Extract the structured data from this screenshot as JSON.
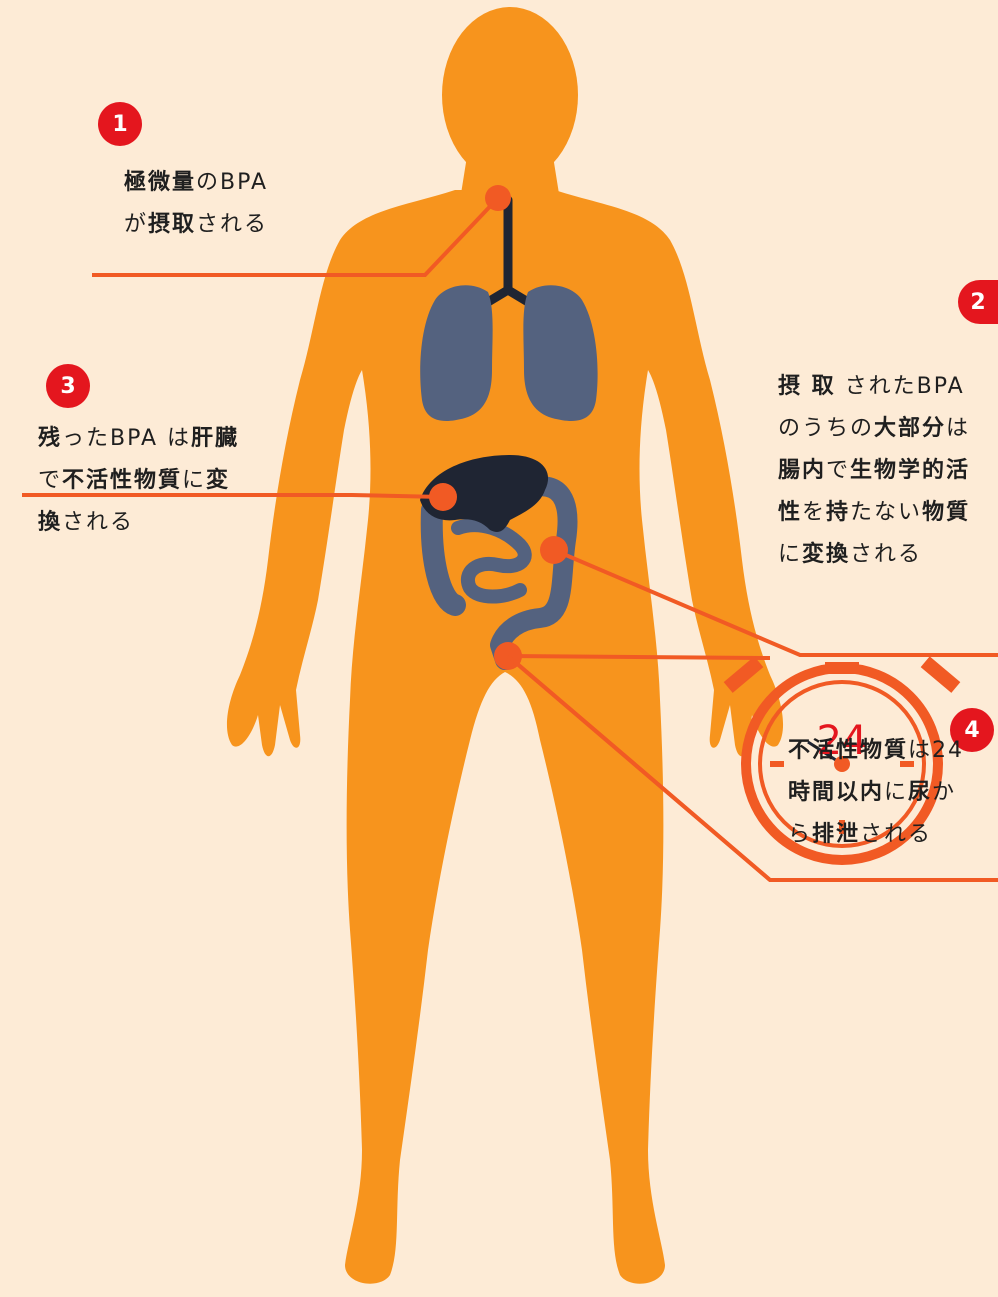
{
  "callouts": [
    {
      "number": "1",
      "lines": [
        [
          {
            "t": "極微量",
            "b": true
          },
          {
            "t": "のBPA",
            "b": false
          }
        ],
        [
          {
            "t": "が",
            "b": false
          },
          {
            "t": "摂取",
            "b": true
          },
          {
            "t": "される",
            "b": false
          }
        ]
      ]
    },
    {
      "number": "2",
      "lines": [
        [
          {
            "t": "摂 取",
            "b": true
          },
          {
            "t": " されたBPA",
            "b": false
          }
        ],
        [
          {
            "t": "のうちの",
            "b": false
          },
          {
            "t": "大部分",
            "b": true
          },
          {
            "t": "は",
            "b": false
          }
        ],
        [
          {
            "t": "腸内",
            "b": true
          },
          {
            "t": "で",
            "b": false
          },
          {
            "t": "生物学的活",
            "b": true
          }
        ],
        [
          {
            "t": "性",
            "b": true
          },
          {
            "t": "を",
            "b": false
          },
          {
            "t": "持",
            "b": true
          },
          {
            "t": "たない",
            "b": false
          },
          {
            "t": "物質",
            "b": true
          }
        ],
        [
          {
            "t": "に",
            "b": false
          },
          {
            "t": "変換",
            "b": true
          },
          {
            "t": "される",
            "b": false
          }
        ]
      ]
    },
    {
      "number": "3",
      "lines": [
        [
          {
            "t": "残",
            "b": true
          },
          {
            "t": "ったBPA は",
            "b": false
          },
          {
            "t": "肝臓",
            "b": true
          }
        ],
        [
          {
            "t": "で",
            "b": false
          },
          {
            "t": "不活性物質",
            "b": true
          },
          {
            "t": "に",
            "b": false
          },
          {
            "t": "変",
            "b": true
          }
        ],
        [
          {
            "t": "換",
            "b": true
          },
          {
            "t": "される",
            "b": false
          }
        ]
      ]
    },
    {
      "number": "4",
      "lines": [
        [
          {
            "t": "不活性物質",
            "b": true
          },
          {
            "t": "は24",
            "b": false
          }
        ],
        [
          {
            "t": "時間以内",
            "b": true
          },
          {
            "t": "に",
            "b": false
          },
          {
            "t": "尿",
            "b": true
          },
          {
            "t": "か",
            "b": false
          }
        ],
        [
          {
            "t": "ら",
            "b": false
          },
          {
            "t": "排泄",
            "b": true
          },
          {
            "t": "される",
            "b": false
          }
        ]
      ]
    }
  ],
  "timer": {
    "label": "24"
  },
  "colors": {
    "background": "#fdebd6",
    "body": "#f7941d",
    "organ": "#54627f",
    "liver": "#1f2533",
    "accent": "#f15a24",
    "badge": "#e4161e"
  }
}
